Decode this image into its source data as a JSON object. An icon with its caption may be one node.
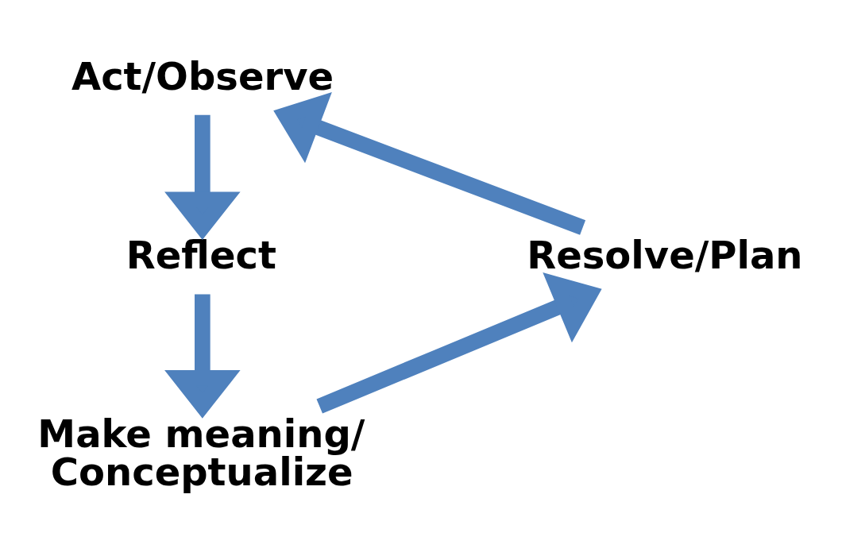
{
  "diagram": {
    "nodes": [
      {
        "text": [
          "Act/Observe"
        ]
      },
      {
        "text": [
          "Reflect"
        ]
      },
      {
        "text": [
          "Make meaning/ Conceptualize"
        ]
      },
      {
        "text": [
          "Resolve/Plan"
        ]
      }
    ],
    "edges": [
      {
        "from": 0,
        "to": 1,
        "arrow": "to"
      },
      {
        "from": 1,
        "to": 2,
        "arrow": "to"
      },
      {
        "from": 2,
        "to": 3,
        "arrow": "to"
      },
      {
        "from": 3,
        "to": 0,
        "arrow": "to"
      }
    ]
  }
}
